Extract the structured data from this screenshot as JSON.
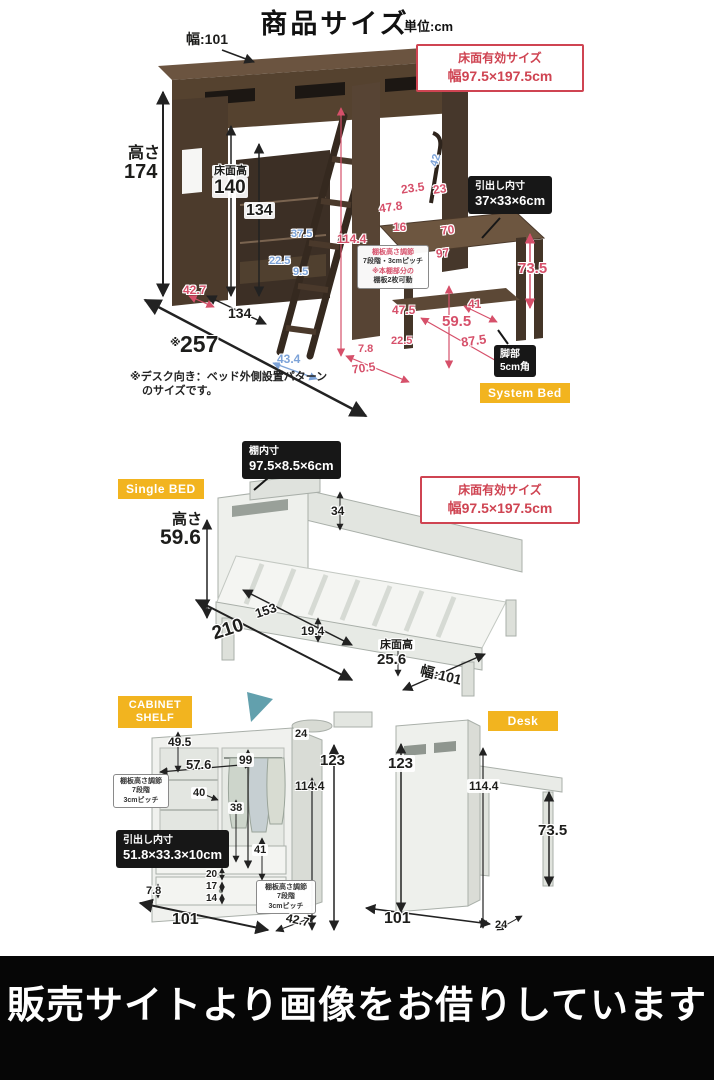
{
  "header": {
    "title": "商品サイズ",
    "unit": "単位:cm"
  },
  "system_bed": {
    "tag": "System Bed",
    "size_box": [
      "床面有効サイズ",
      "幅97.5×197.5cm"
    ],
    "drawer_box": [
      "引出し内寸",
      "37×33×6cm"
    ],
    "leg_box": [
      "脚部",
      "5cm角"
    ],
    "shelf_note": [
      "棚板高さ調節",
      "7段階・3cmピッチ",
      "※本棚部分の",
      "棚板2枚可動"
    ],
    "footnote": [
      "※デスク向き：ベッド外側設置パターン",
      "のサイズです。"
    ],
    "width_label": "幅:101",
    "height_label": "高さ",
    "height_value": "174",
    "floor_height_label": "床面高",
    "floor_height_value": "140",
    "dims": {
      "d134v": "134",
      "d134h": "134",
      "d257_mark": "※",
      "d257": "257",
      "d42": "42",
      "d375": "37.5",
      "d225_blue": "22.5",
      "d95": "9.5",
      "d434": "43.4",
      "d235": "23.5",
      "d23": "23",
      "d478": "47.8",
      "d16": "16",
      "d70": "70",
      "d97": "97",
      "d1144": "114.4",
      "d735": "73.5",
      "d475": "47.5",
      "d41": "41",
      "d595": "59.5",
      "d875": "87.5",
      "d225_red": "22.5",
      "d78": "7.8",
      "d705": "70.5",
      "d427": "42.7"
    }
  },
  "single_bed": {
    "tag": "Single BED",
    "shelf_box": [
      "棚内寸",
      "97.5×8.5×6cm"
    ],
    "size_box": [
      "床面有効サイズ",
      "幅97.5×197.5cm"
    ],
    "height_label": "高さ",
    "height_value": "59.6",
    "floor_height_label": "床面高",
    "floor_height_value": "25.6",
    "width_label": "幅:101",
    "dims": {
      "d34": "34",
      "d153": "153",
      "d210": "210",
      "d194": "19.4"
    }
  },
  "cabinet": {
    "tag_line1": "CABINET",
    "tag_line2": "SHELF",
    "shelf_note_left": [
      "棚板高さ調節",
      "7段階",
      "3cmピッチ"
    ],
    "shelf_note_right": [
      "棚板高さ調節",
      "7段階",
      "3cmピッチ"
    ],
    "drawer_box": [
      "引出し内寸",
      "51.8×33.3×10cm"
    ],
    "dims": {
      "d495": "49.5",
      "d576": "57.6",
      "d24": "24",
      "d99": "99",
      "d123": "123",
      "d1144": "114.4",
      "d40": "40",
      "d38": "38",
      "d41": "41",
      "d20": "20",
      "d17": "17",
      "d14": "14",
      "d78": "7.8",
      "d101": "101",
      "d427": "42.7"
    }
  },
  "desk": {
    "tag": "Desk",
    "dims": {
      "d123": "123",
      "d1144": "114.4",
      "d735": "73.5",
      "d101": "101",
      "d24": "24"
    }
  },
  "footer": {
    "notice": "販売サイトより画像をお借りしています"
  },
  "colors": {
    "accent_red": "#cf4452",
    "dim_red": "#d6506a",
    "dim_blue": "#7da3d8",
    "tag_yellow": "#f2b41f",
    "box_black": "#171717"
  }
}
